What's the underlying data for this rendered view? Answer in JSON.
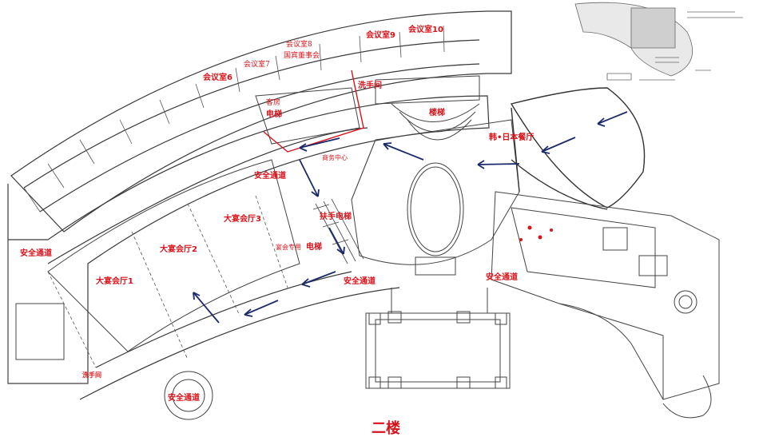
{
  "title": "二楼",
  "labels": {
    "meeting_9": "会议室9",
    "meeting_10": "会议室10",
    "meeting_8": "会议室8",
    "board_room": "国宾董事会",
    "meeting_7": "会议室7",
    "meeting_6": "会议室6",
    "restroom_top": "洗手间",
    "guest_elevator_1": "客房",
    "guest_elevator_2": "电梯",
    "business_center": "商务中心",
    "stairs": "楼梯",
    "restaurant": "韩•日本餐厅",
    "safety_left": "安全通道",
    "safety_mid": "安全通道",
    "safety_center": "安全通道",
    "safety_right": "安全通道",
    "safety_bottom": "安全通道",
    "escalator": "扶手电梯",
    "ballroom_3": "大宴会厅3",
    "ballroom_2": "大宴会厅2",
    "ballroom_1": "大宴会厅1",
    "banquet_elevator_1": "宴会专用",
    "banquet_elevator_2": "电梯",
    "restroom_bottom": "洗手间"
  },
  "colors": {
    "label_red": "#d7141b",
    "arrow_blue": "#1b2a6b",
    "line_gray": "#3a3a3a"
  }
}
